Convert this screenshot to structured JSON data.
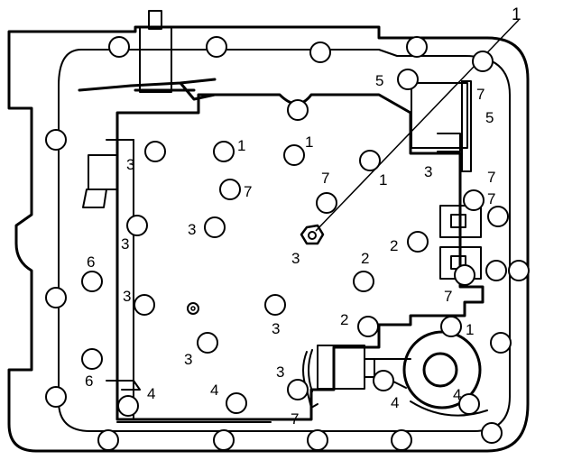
{
  "diagram": {
    "callout": "1",
    "labels": {
      "l1a": "1",
      "l1b": "1",
      "l1c": "1",
      "l1d": "1",
      "l2a": "2",
      "l2b": "2",
      "l2c": "2",
      "l3a": "3",
      "l3b": "3",
      "l3c": "3",
      "l3d": "3",
      "l3e": "3",
      "l3f": "3",
      "l3g": "3",
      "l3h": "3",
      "l3i": "3",
      "l4a": "4",
      "l4b": "4",
      "l4c": "4",
      "l4d": "4",
      "l5a": "5",
      "l5b": "5",
      "l6a": "6",
      "l6b": "6",
      "l7a": "7",
      "l7b": "7",
      "l7c": "7",
      "l7d": "7",
      "l7e": "7",
      "l7f": "7",
      "l7g": "7"
    }
  }
}
